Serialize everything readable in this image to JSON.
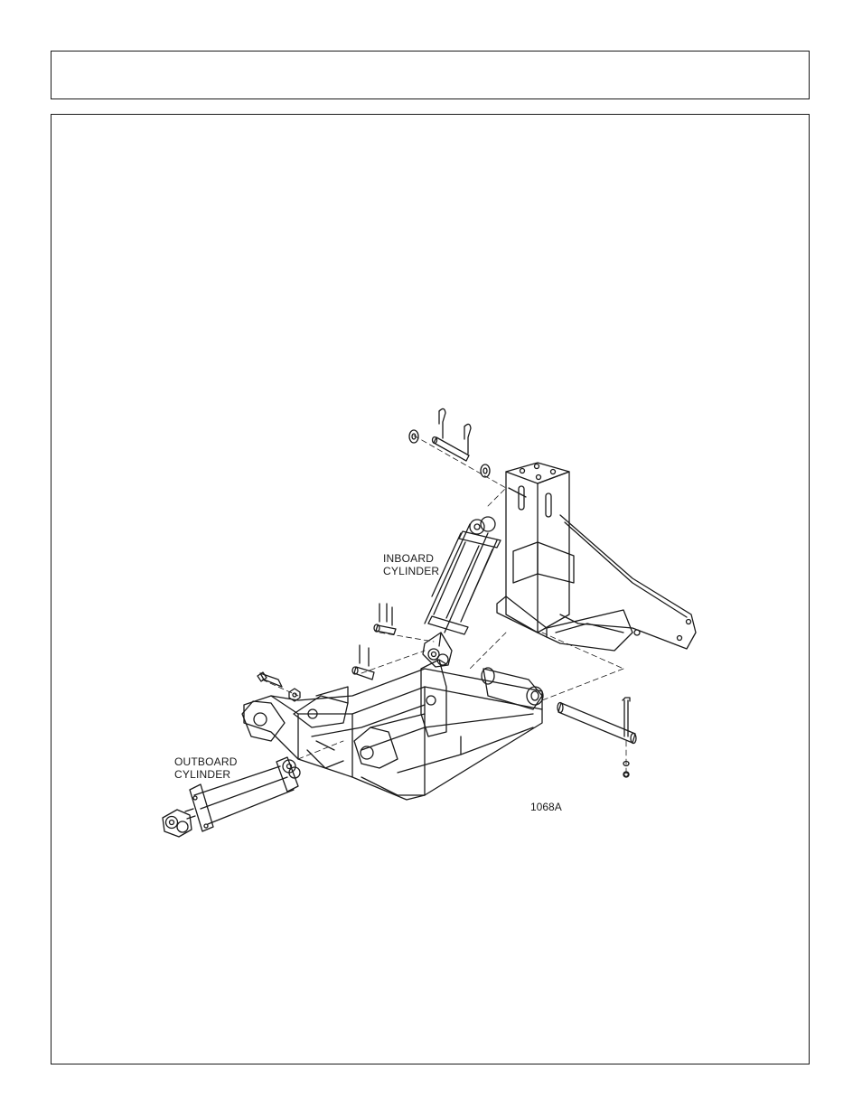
{
  "page": {
    "header_text": "",
    "figure": {
      "number": "1068A",
      "callouts": {
        "inboard": "INBOARD\nCYLINDER",
        "outboard": "OUTBOARD\nCYLINDER"
      }
    }
  }
}
